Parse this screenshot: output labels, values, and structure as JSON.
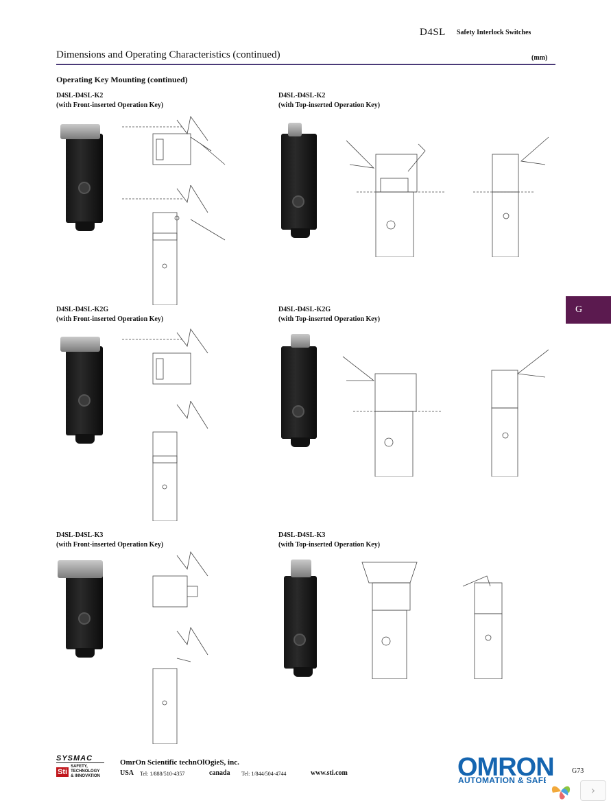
{
  "header": {
    "model": "D4SL",
    "subtitle": "Safety Interlock Switches"
  },
  "title": "Dimensions and Operating Characteristics (continued)",
  "units": "(mm)",
  "section": "Operating Key Mounting (continued)",
  "side_tab": "G",
  "blocks": {
    "k2_front": {
      "model": "D4SL-D4SL-K2",
      "desc": "(with Front-inserted Operation Key)"
    },
    "k2_top": {
      "model": "D4SL-D4SL-K2",
      "desc": "(with Top-inserted Operation Key)"
    },
    "k2g_front": {
      "model": "D4SL-D4SL-K2G",
      "desc": "(with Front-inserted Operation Key)"
    },
    "k2g_top": {
      "model": "D4SL-D4SL-K2G",
      "desc": "(with Top-inserted Operation Key)"
    },
    "k3_front": {
      "model": "D4SL-D4SL-K3",
      "desc": "(with Front-inserted Operation Key)"
    },
    "k3_top": {
      "model": "D4SL-D4SL-K3",
      "desc": "(with Top-inserted Operation Key)"
    }
  },
  "footer": {
    "brand": "SYSMAC",
    "sti_tagline": "SAFETY, TECHNOLOGY & INNOVATION",
    "company": "OmrOn Scientific technOlOgieS, inc.",
    "usa_label": "USA",
    "usa_tel": "Tel: 1/888/510-4357",
    "canada_label": "canada",
    "canada_tel": "Tel: 1/844/504-4744",
    "website": "www.sti.com",
    "logo": "OMRON",
    "logo_tag": "AUTOMATION & SAFETY",
    "page_number": "G73",
    "next_icon": "›"
  }
}
